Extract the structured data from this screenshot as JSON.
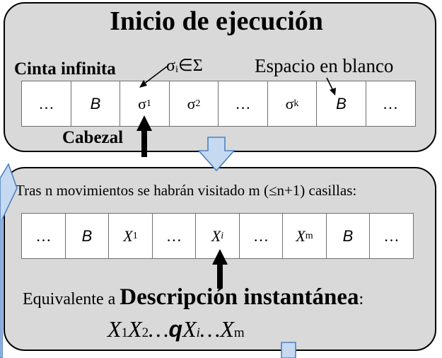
{
  "top_panel": {
    "title": "Inicio de ejecución",
    "tape_label": "Cinta infinita",
    "sigma_note": "σᵢ∈Σ",
    "blank_label": "Espacio en blanco",
    "head_label": "Cabezal",
    "tape_cells": [
      {
        "text": "…",
        "style": "plain"
      },
      {
        "text": "B",
        "style": "sans"
      },
      {
        "text": "σ",
        "sub": "1",
        "style": "plain"
      },
      {
        "text": "σ",
        "sub": "2",
        "style": "plain"
      },
      {
        "text": "…",
        "style": "plain"
      },
      {
        "text": "σ",
        "sub": "k",
        "style": "plain"
      },
      {
        "text": "B",
        "style": "sans"
      },
      {
        "text": "…",
        "style": "plain"
      }
    ]
  },
  "bottom_panel": {
    "description": "Tras n movimientos se habrán visitado m (≤n+1) casillas:",
    "equivalent_prefix": "Equivalente a ",
    "equivalent_bold": "Descripción instantánea",
    "equivalent_suffix": ":",
    "formula": [
      {
        "text": "X",
        "style": "ital"
      },
      {
        "text": "1",
        "style": "sub"
      },
      {
        "text": "X",
        "style": "ital"
      },
      {
        "text": "2",
        "style": "sub"
      },
      {
        "text": "…",
        "style": "ital"
      },
      {
        "text": "q",
        "style": "sansbold"
      },
      {
        "text": "X",
        "style": "ital"
      },
      {
        "text": "i",
        "style": "subital"
      },
      {
        "text": "…",
        "style": "ital"
      },
      {
        "text": "X",
        "style": "ital"
      },
      {
        "text": "m",
        "style": "sub"
      }
    ],
    "tape_cells": [
      {
        "text": "…",
        "style": "plain"
      },
      {
        "text": "B",
        "style": "sans"
      },
      {
        "text": "X",
        "sub": "1",
        "style": "ital"
      },
      {
        "text": "…",
        "style": "plain"
      },
      {
        "text": "X",
        "sub": "i",
        "style": "ital",
        "sub_italic": true
      },
      {
        "text": "…",
        "style": "plain"
      },
      {
        "text": "X",
        "sub": "m",
        "style": "ital"
      },
      {
        "text": "B",
        "style": "sans"
      },
      {
        "text": "…",
        "style": "plain"
      }
    ]
  },
  "colors": {
    "panel_fill": "#d9d9d9",
    "flow_arrow_fill": "#c5d9f1",
    "flow_arrow_stroke": "#4f81bd"
  }
}
